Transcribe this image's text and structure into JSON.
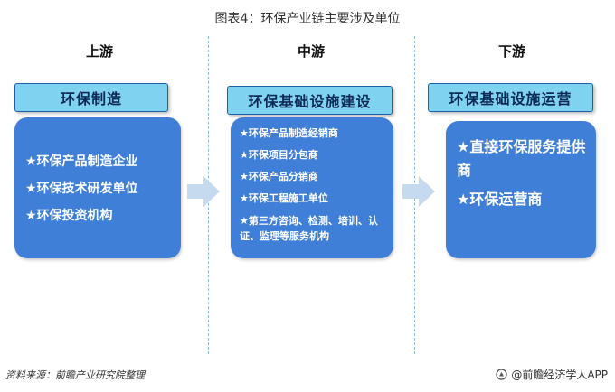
{
  "title": "图表4：环保产业链主要涉及单位",
  "stages": {
    "upstream": {
      "label": "上游",
      "header": "环保制造",
      "items": [
        "★环保产品制造企业",
        "★环保技术研发单位",
        "★环保投资机构"
      ]
    },
    "midstream": {
      "label": "中游",
      "header": "环保基础设施建设",
      "items": [
        "★环保产品制造经销商",
        "★环保项目分包商",
        "★环保产品分销商",
        "★环保工程施工单位",
        "★第三方咨询、检测、培训、认证、监理等服务机构"
      ]
    },
    "downstream": {
      "label": "下游",
      "header": "环保基础设施运营",
      "items": [
        "★直接环保服务提供商",
        "★环保运营商"
      ]
    }
  },
  "footer": {
    "source": "资料来源：前瞻产业研究院整理",
    "brand": "@前瞻经济学人APP"
  },
  "colors": {
    "header_fill": "#7fd3f0",
    "header_border": "#1c5fa8",
    "content_fill": "#3f7fd8",
    "arrow_fill": "#c5d9ef",
    "divider": "#8fb8d8"
  }
}
